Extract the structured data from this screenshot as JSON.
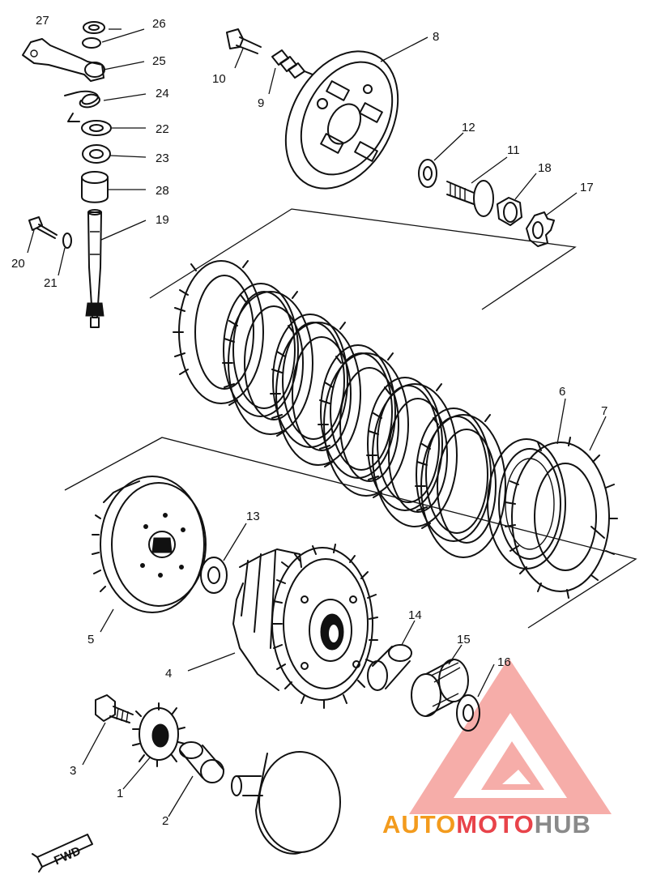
{
  "callouts": [
    {
      "id": "1",
      "label": "1"
    },
    {
      "id": "2",
      "label": "2"
    },
    {
      "id": "3",
      "label": "3"
    },
    {
      "id": "4",
      "label": "4"
    },
    {
      "id": "5",
      "label": "5"
    },
    {
      "id": "6",
      "label": "6"
    },
    {
      "id": "7",
      "label": "7"
    },
    {
      "id": "8",
      "label": "8"
    },
    {
      "id": "9",
      "label": "9"
    },
    {
      "id": "10",
      "label": "10"
    },
    {
      "id": "11",
      "label": "11"
    },
    {
      "id": "12",
      "label": "12"
    },
    {
      "id": "13",
      "label": "13"
    },
    {
      "id": "14",
      "label": "14"
    },
    {
      "id": "15",
      "label": "15"
    },
    {
      "id": "16",
      "label": "16"
    },
    {
      "id": "17",
      "label": "17"
    },
    {
      "id": "18",
      "label": "18"
    },
    {
      "id": "19",
      "label": "19"
    },
    {
      "id": "20",
      "label": "20"
    },
    {
      "id": "21",
      "label": "21"
    },
    {
      "id": "22",
      "label": "22"
    },
    {
      "id": "23",
      "label": "23"
    },
    {
      "id": "24",
      "label": "24"
    },
    {
      "id": "25",
      "label": "25"
    },
    {
      "id": "26",
      "label": "26"
    },
    {
      "id": "27",
      "label": "27"
    },
    {
      "id": "28",
      "label": "28"
    }
  ],
  "direction_marker": {
    "label": "FWD",
    "icon": "fwd-arrow-icon"
  },
  "watermark": {
    "logo_icon": "automotohub-triangle-logo",
    "word_parts": [
      {
        "text": "AUTO",
        "color": "#f39b1d"
      },
      {
        "text": "MOTO",
        "color": "#e8434a"
      },
      {
        "text": "HUB",
        "color": "#8a8a8a"
      }
    ]
  }
}
